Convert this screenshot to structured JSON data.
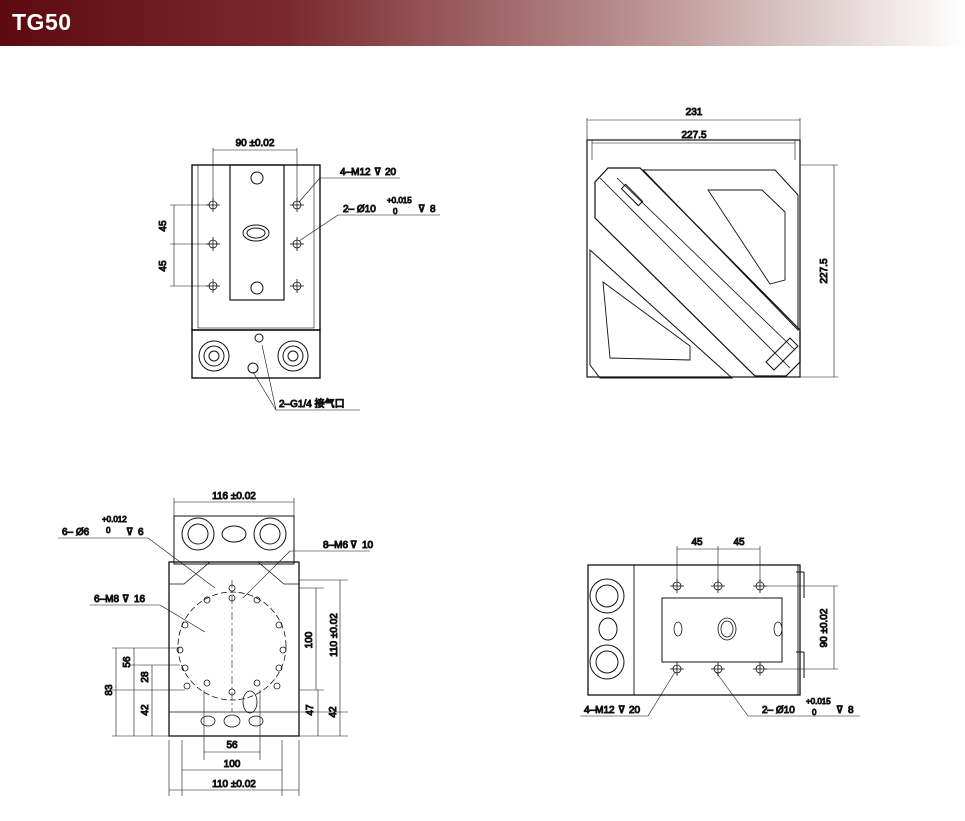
{
  "header": {
    "title": "TG50"
  },
  "views": {
    "top_left": {
      "dims": [
        "90 ±0.02",
        "45",
        "45"
      ],
      "callouts": [
        "4–M12",
        "20",
        "2– Ø10",
        "+0.015",
        "0",
        "8",
        "2–G1/4 接气口"
      ]
    },
    "top_right": {
      "dims": [
        "231",
        "227.5",
        "227.5"
      ]
    },
    "bottom_left": {
      "dims": [
        "116 ±0.02",
        "100",
        "110 ±0.02",
        "56",
        "28",
        "83",
        "42",
        "47",
        "42",
        "56",
        "100",
        "110 ±0.02"
      ],
      "callouts": [
        "6– Ø6",
        "+0.012",
        "0",
        "6",
        "8–M6",
        "10",
        "6–M8",
        "16"
      ]
    },
    "bottom_right": {
      "dims": [
        "45",
        "45",
        "90 ±0.02"
      ],
      "callouts": [
        "4–M12",
        "20",
        "2– Ø10",
        "+0.015",
        "0",
        "8"
      ]
    }
  },
  "colors": {
    "banner_dark": "#5c0a0f",
    "banner_light": "#ffffff",
    "line": "#111111"
  }
}
